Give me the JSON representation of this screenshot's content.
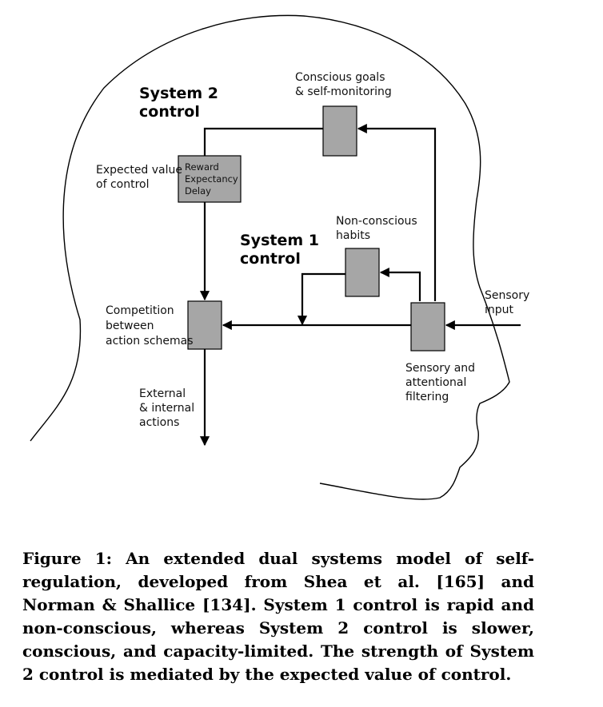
{
  "labels": {
    "system2": [
      "System 2",
      "control"
    ],
    "system1": [
      "System 1",
      "control"
    ],
    "conscious_goals": [
      "Conscious goals",
      "& self-monitoring"
    ],
    "expected_value": [
      "Expected value",
      "of control"
    ],
    "reward_box": [
      "Reward",
      "Expectancy",
      "Delay"
    ],
    "non_conscious": [
      "Non-conscious",
      "habits"
    ],
    "sensory_input": [
      "Sensory",
      "input"
    ],
    "competition": [
      "Competition",
      "between",
      "action schemas"
    ],
    "sensory_filtering": [
      "Sensory and",
      "attentional",
      "filtering"
    ],
    "actions": [
      "External",
      "& internal",
      "actions"
    ]
  },
  "caption": "Figure 1: An extended dual systems model of self-regulation, developed from Shea et al. [165] and Norman & Shallice [134]. System 1 control is rapid and non-conscious, whereas System 2 control is slower, conscious, and capacity-limited. The strength of System 2 control is mediated by the expected value of control."
}
